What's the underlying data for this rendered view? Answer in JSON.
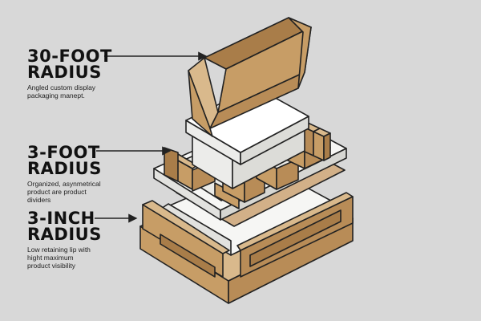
{
  "callouts": {
    "top": {
      "title": "30-FOOT\nRADIUS",
      "description": "Angled custom display\npackaging manept."
    },
    "middle": {
      "title": "3-FOOT\nRADIUS",
      "description": "Organized, asynmetrical\nproduct are product\ndividers"
    },
    "bottom": {
      "title": "3-INCH\nRADIUS",
      "description": "Low retaining lip with\nhight maximum\nproduct visibility"
    }
  },
  "colors": {
    "background": "#d8d8d8",
    "kraft_light": "#d9b98c",
    "kraft_mid": "#c79d66",
    "kraft_dark": "#a97d49",
    "white_tray": "#f6f6f4",
    "white_shadow": "#e2e2df",
    "outline": "#222222"
  }
}
